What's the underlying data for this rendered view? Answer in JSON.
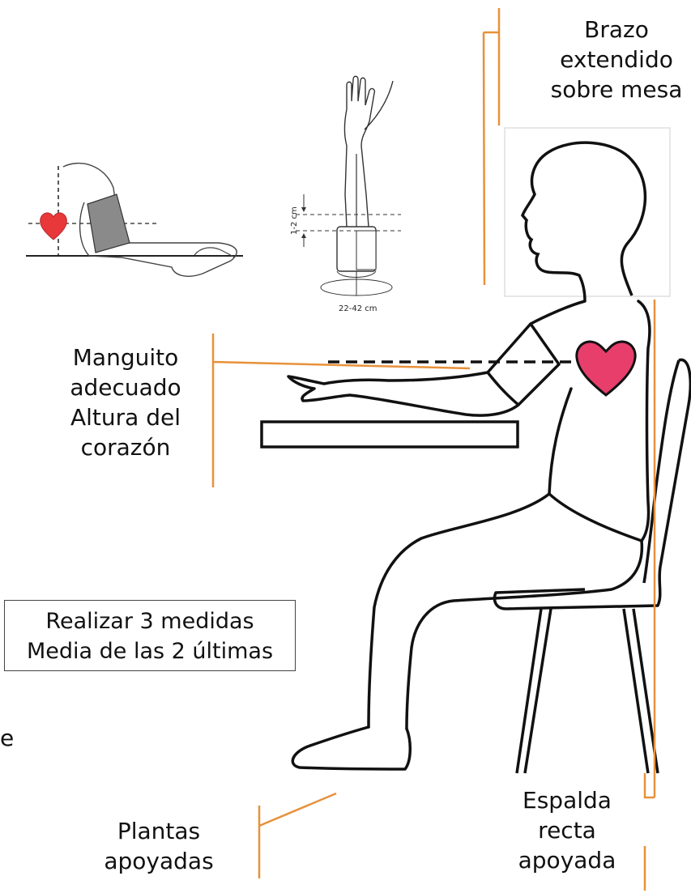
{
  "labels": {
    "brazo": [
      "Brazo",
      "extendido",
      "sobre mesa"
    ],
    "manguito": [
      "Manguito",
      "adecuado",
      "Altura del",
      "corazón"
    ],
    "espalda": [
      "Espalda",
      "recta",
      "apoyada"
    ],
    "plantas": [
      "Plantas",
      "apoyadas"
    ],
    "edge_letter": "e"
  },
  "note_box": [
    "Realizar 3 medidas",
    "Media de las 2 últimas"
  ],
  "inset_measurements": {
    "gap": "1-2 cm",
    "circumference": "22-42 cm"
  },
  "colors": {
    "bracket": "#e8913a",
    "heart": "#e83e6c",
    "inset_heart": "#e8383a",
    "cuff_inset": "#8a8a8a",
    "line": "#111111"
  }
}
